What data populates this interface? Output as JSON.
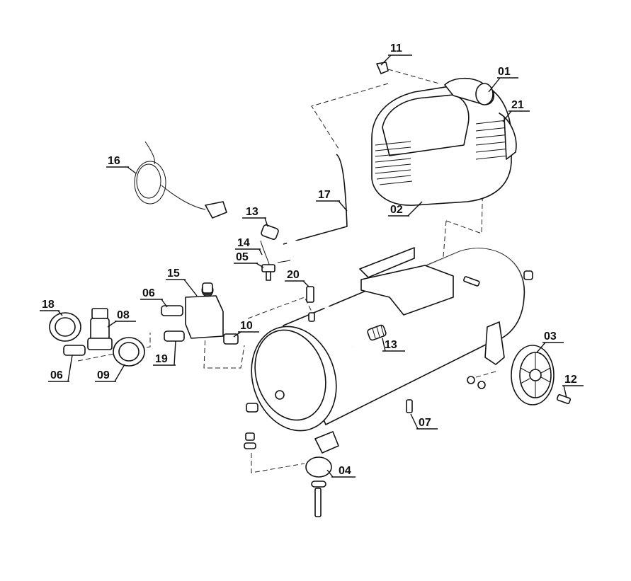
{
  "diagram": {
    "labels": {
      "p01": "01",
      "p02": "02",
      "p03": "03",
      "p04": "04",
      "p05": "05",
      "p06a": "06",
      "p06b": "06",
      "p07": "07",
      "p08": "08",
      "p09": "09",
      "p10": "10",
      "p11": "11",
      "p12": "12",
      "p13a": "13",
      "p13b": "13",
      "p14": "14",
      "p15": "15",
      "p16": "16",
      "p17": "17",
      "p18": "18",
      "p19": "19",
      "p20": "20",
      "p21": "21"
    }
  }
}
